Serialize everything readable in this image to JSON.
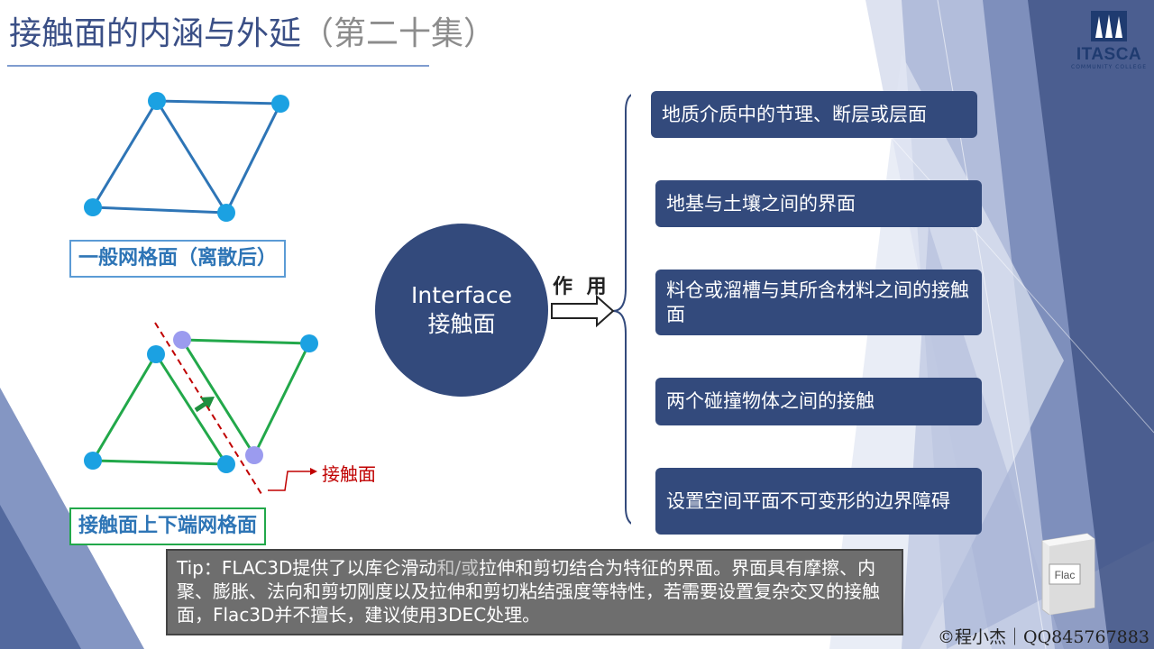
{
  "title": {
    "main": "接触面的内涵与外延",
    "sub": "（第二十集）"
  },
  "logo": {
    "name": "ITASCA",
    "tagline": "COMMUNITY COLLEGE"
  },
  "diagram": {
    "mesh_label_top": "一般网格面（离散后）",
    "mesh_label_bottom": "接触面上下端网格面",
    "contact_label": "接触面",
    "center_line1": "Interface",
    "center_line2": "接触面",
    "arrow_label": "作 用",
    "roles": [
      "地质介质中的节理、断层或层面",
      "地基与土壤之间的界面",
      "料仓或溜槽与其所含材料之间的接触面",
      "两个碰撞物体之间的接触",
      "设置空间平面不可变形的边界障碍"
    ]
  },
  "tip": {
    "part1": "Tip：FLAC3D提供了以库仑滑动",
    "highlight": "和/或",
    "part2": "拉伸和剪切结合为特征的界面。界面具有摩擦、内聚、膨胀、法向和剪切刚度以及拉伸和剪切粘结强度等特性，若需要设置复杂交叉的接触面，Flac3D并不擅长，建议使用3DEC处理。"
  },
  "flac_icon_text": "Flac",
  "copyright": "©程小杰｜QQ845767883",
  "colors": {
    "navy": "#334a7c",
    "mesh_blue": "#2e75b6",
    "node_blue": "#1ba1e2",
    "mesh_green": "#22a84a",
    "node_purple": "#9b9bef",
    "contact_red": "#c00000"
  }
}
